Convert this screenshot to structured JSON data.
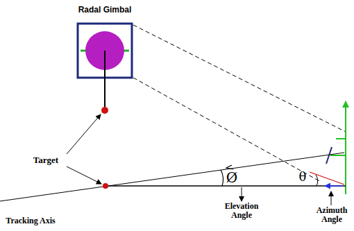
{
  "diagram": {
    "nodes": [
      {
        "text": [
          "Radal Gimbal"
        ]
      }
    ],
    "labels": [
      "Target",
      "Tracking Axis",
      "Ø",
      "Elevation Angle",
      "θ",
      "Azimuth Angle"
    ]
  }
}
